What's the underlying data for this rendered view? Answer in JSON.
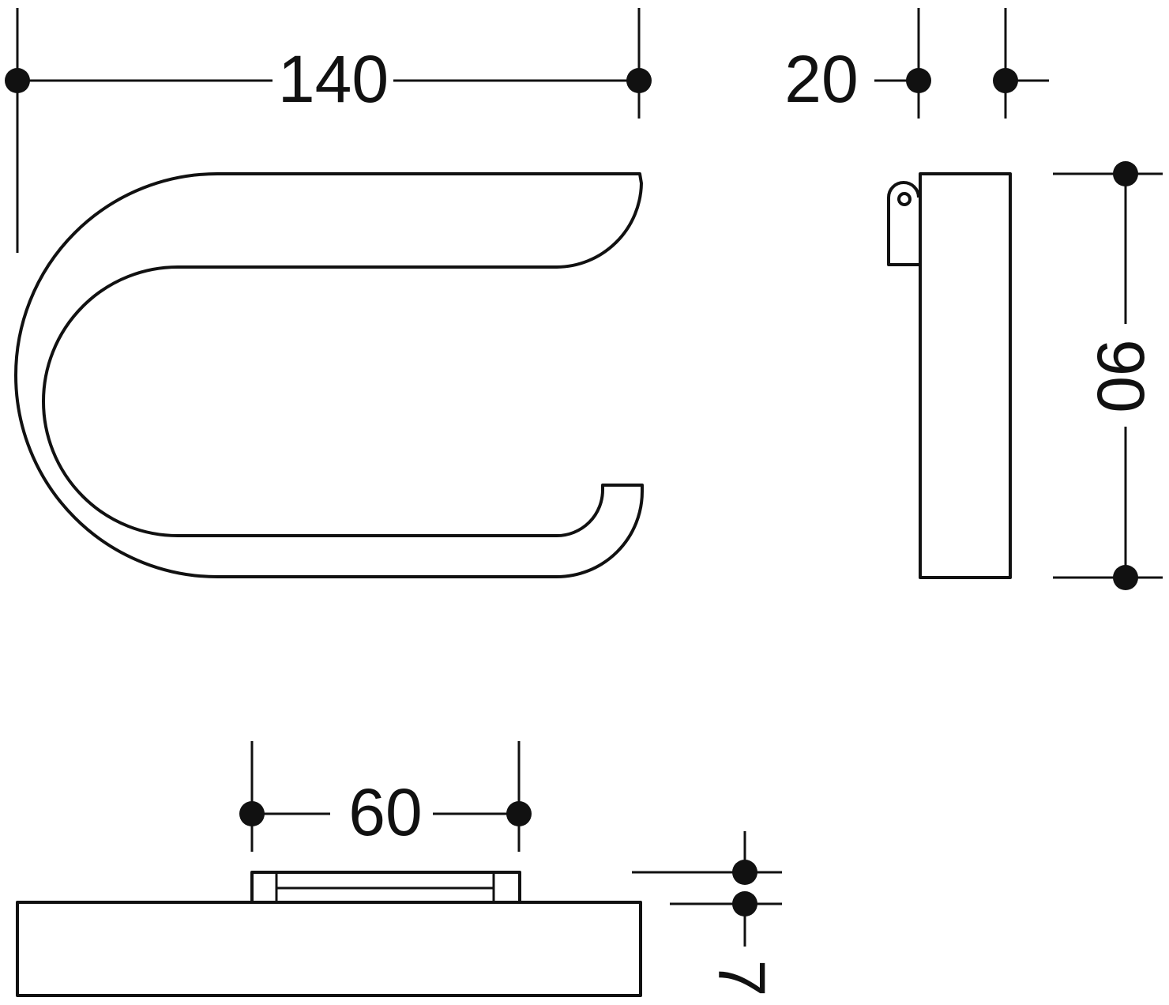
{
  "dimensions": {
    "length": "140",
    "depth": "20",
    "height": "90",
    "mount_spacing": "60",
    "plate_thickness": "7"
  },
  "colors": {
    "line": "#111111",
    "background": "#ffffff"
  }
}
